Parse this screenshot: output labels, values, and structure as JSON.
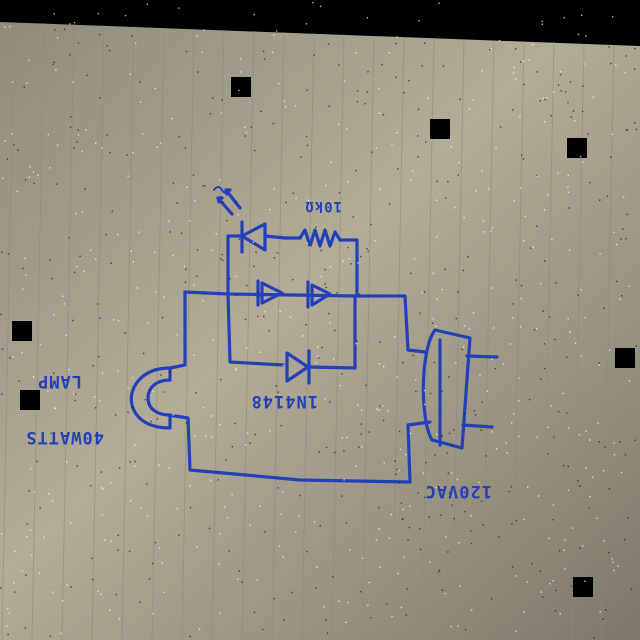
{
  "labels": {
    "lamp": "LAMP",
    "wattage": "40WATTS",
    "diode": "1N4148",
    "resistor": "10kΩ",
    "source": "120VAC"
  },
  "colors": {
    "ink": "#2340b8",
    "paper": "#b8b09a",
    "paper_shadow": "#6f6a5c",
    "rule_line": "#8e8878",
    "background": "#000000"
  },
  "markers": {
    "count": 7
  }
}
